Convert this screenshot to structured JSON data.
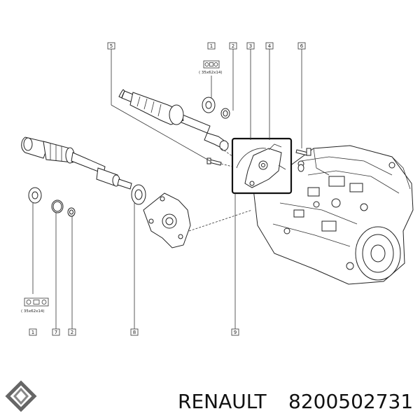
{
  "callouts": {
    "c1_top": "1",
    "c2_top": "2",
    "c3": "3",
    "c4": "4",
    "c5": "5",
    "c6": "6",
    "c1_bottom": "1",
    "c7": "7",
    "c2_bottom": "2",
    "c8": "8",
    "c9": "9"
  },
  "spec_top": "( 35x62x14)",
  "spec_bottom": "( 35x62x14)",
  "footer": {
    "brand": "RENAULT",
    "part_number": "8200502731"
  },
  "icons": {
    "logo": "renault-diamond-logo",
    "bearing": "bearing-symbol-icon"
  }
}
